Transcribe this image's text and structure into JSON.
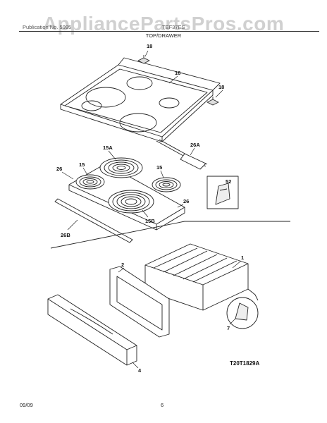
{
  "watermark": "AppliancePartsPros.com",
  "header": {
    "left": "Publication No. 5995",
    "model": "TEF37ES",
    "section": "TOP/DRAWER"
  },
  "callouts": {
    "c18a": "18",
    "c16": "16",
    "c18b": "18",
    "c15A": "15A",
    "c26A": "26A",
    "c26a": "26",
    "c15a": "15",
    "c15b": "15",
    "c52": "52",
    "c26b": "26",
    "c15B": "15B",
    "c26B": "26B",
    "c1": "1",
    "c2": "2",
    "c7": "7",
    "c4": "4"
  },
  "diagram_ref": "T20T1829A",
  "footer": {
    "date": "09/09",
    "page": "6"
  }
}
